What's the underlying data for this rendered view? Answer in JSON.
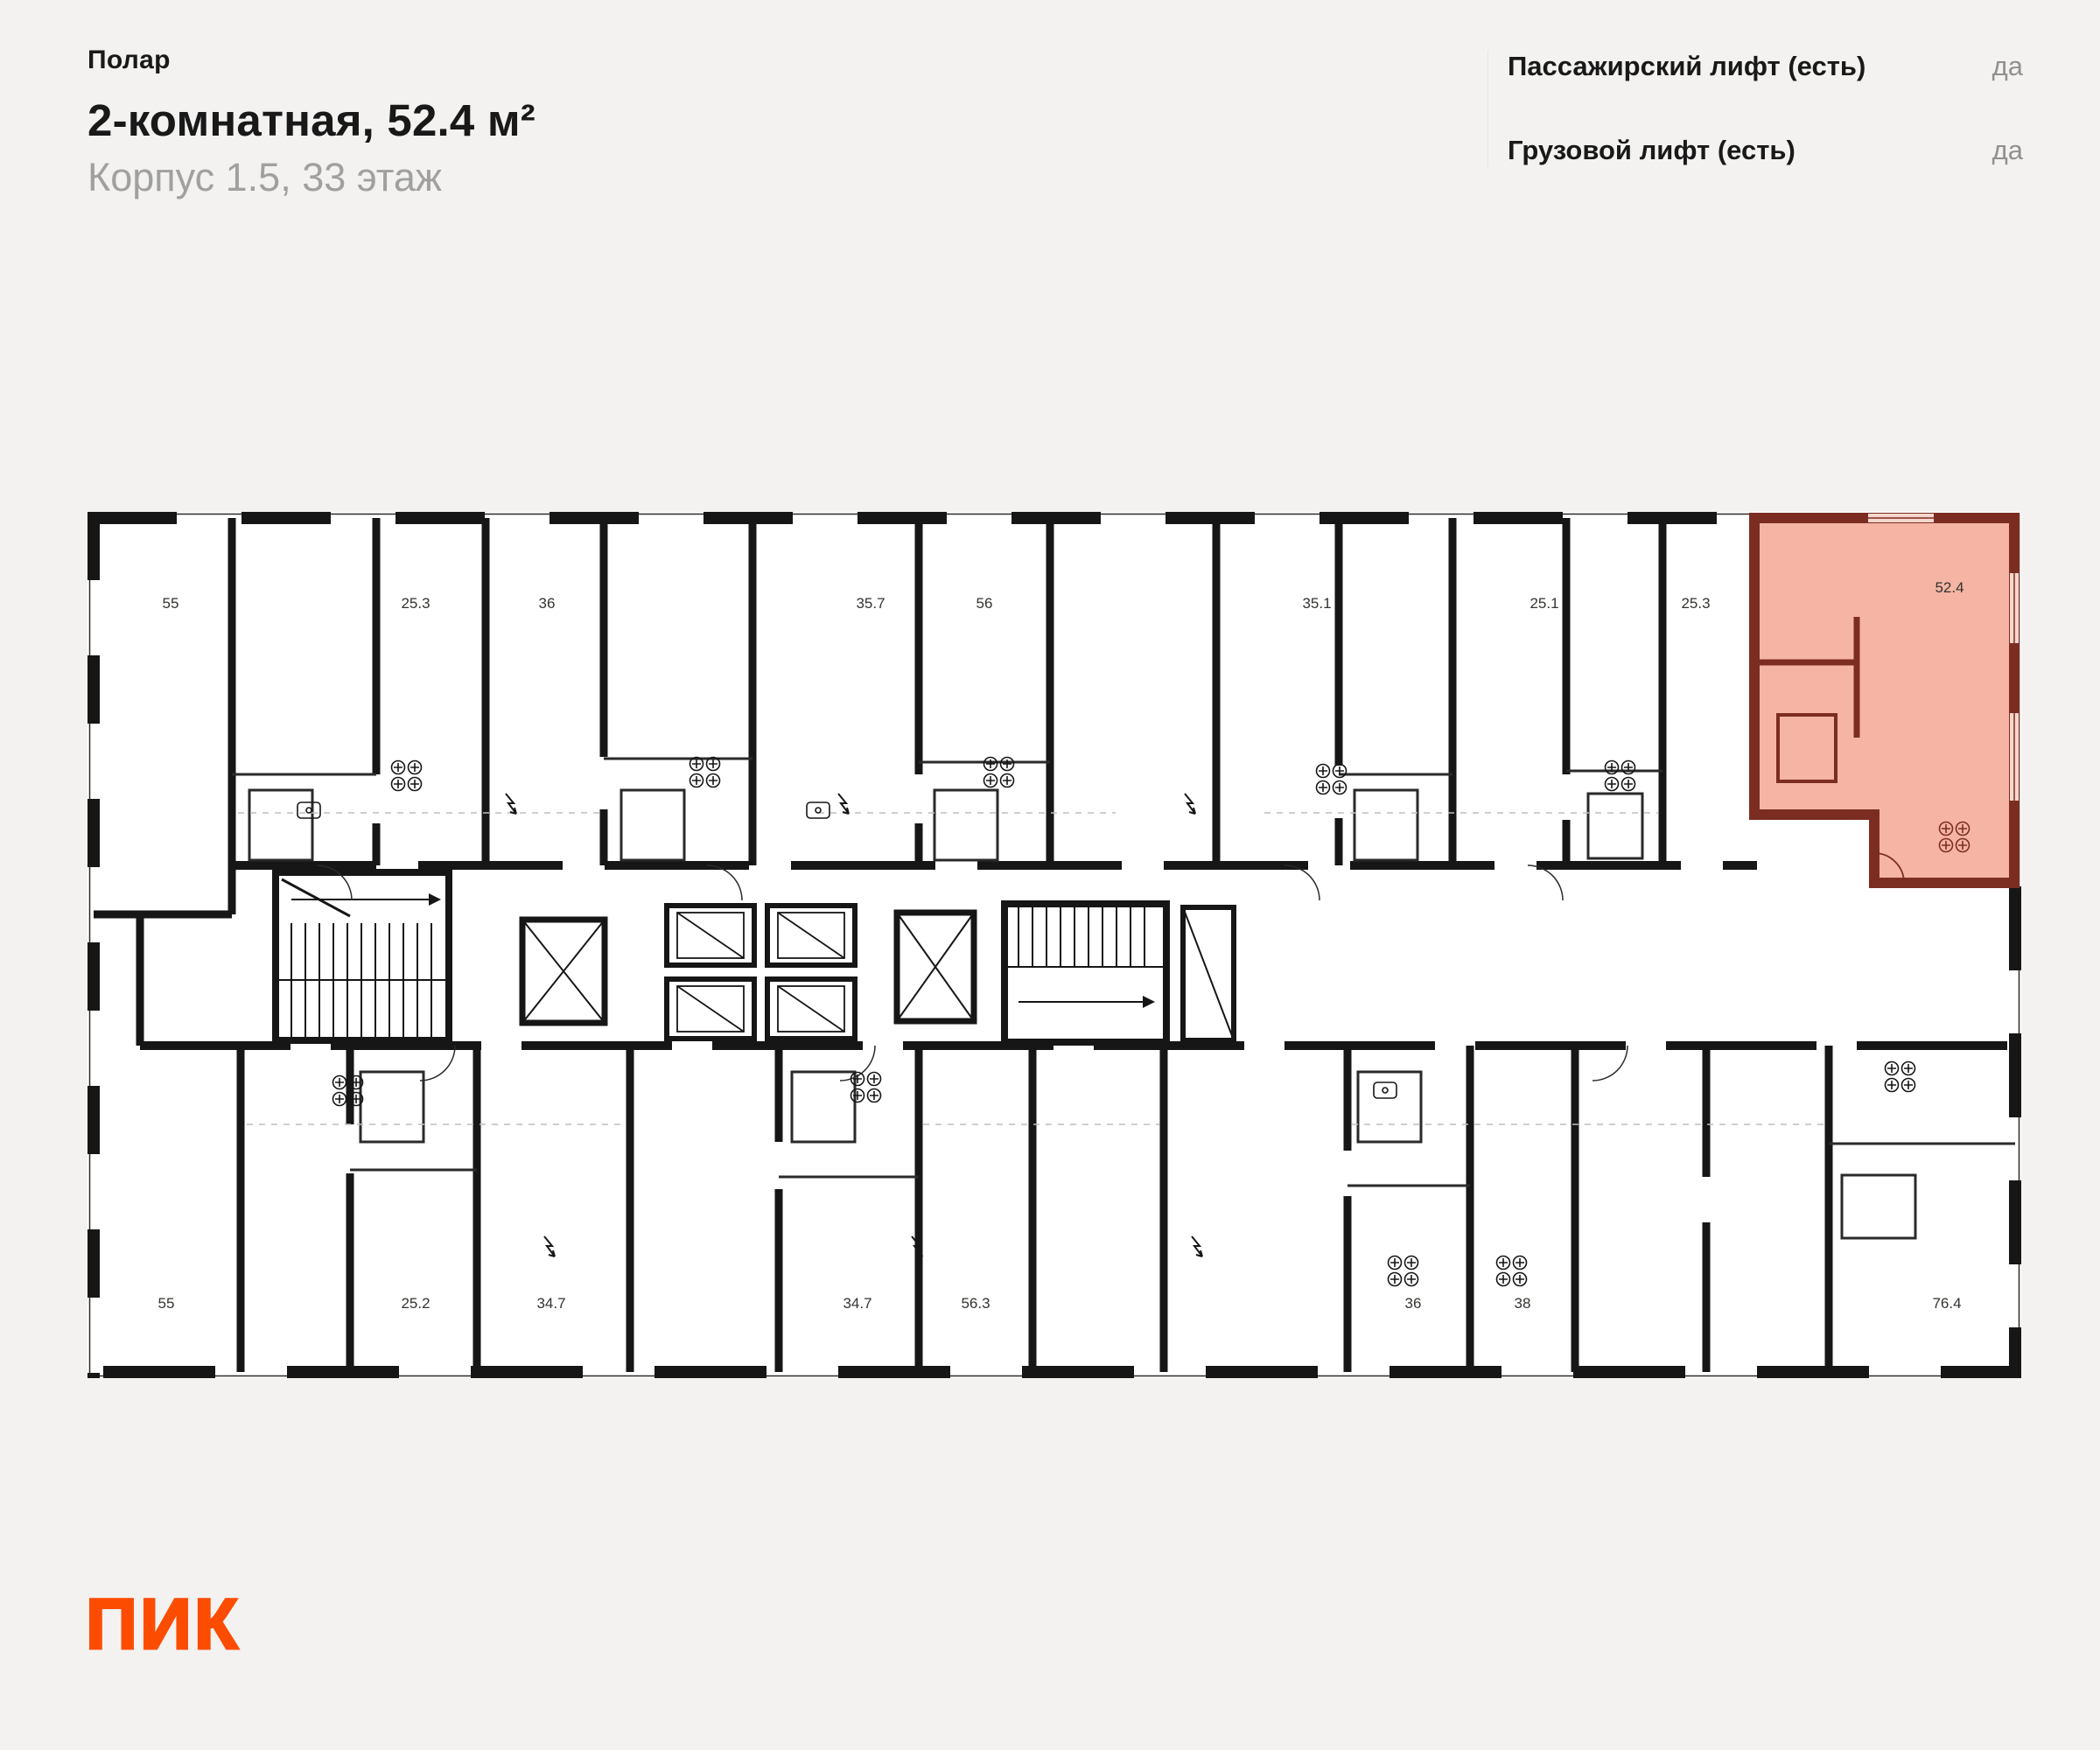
{
  "header": {
    "project": "Полар",
    "title": "2-комнатная, 52.4 м²",
    "subtitle": "Корпус 1.5, 33 этаж"
  },
  "info": {
    "rows": [
      {
        "label": "Пассажирский лифт (есть)",
        "value": "да"
      },
      {
        "label": "Грузовой лифт (есть)",
        "value": "да"
      }
    ]
  },
  "plan": {
    "highlight": {
      "area": "52.4",
      "fill": "#ED6B49",
      "outline": "#7C2D21"
    },
    "top_areas": [
      "55",
      "25.3",
      "36",
      "35.7",
      "56",
      "35.1",
      "25.1",
      "25.3"
    ],
    "bottom_areas": [
      "55",
      "25.2",
      "34.7",
      "34.7",
      "56.3",
      "36",
      "38",
      "76.4"
    ],
    "wall_color": "#161616"
  },
  "footer": {
    "logo": "ПИК",
    "logo_color": "#FC4C02"
  }
}
